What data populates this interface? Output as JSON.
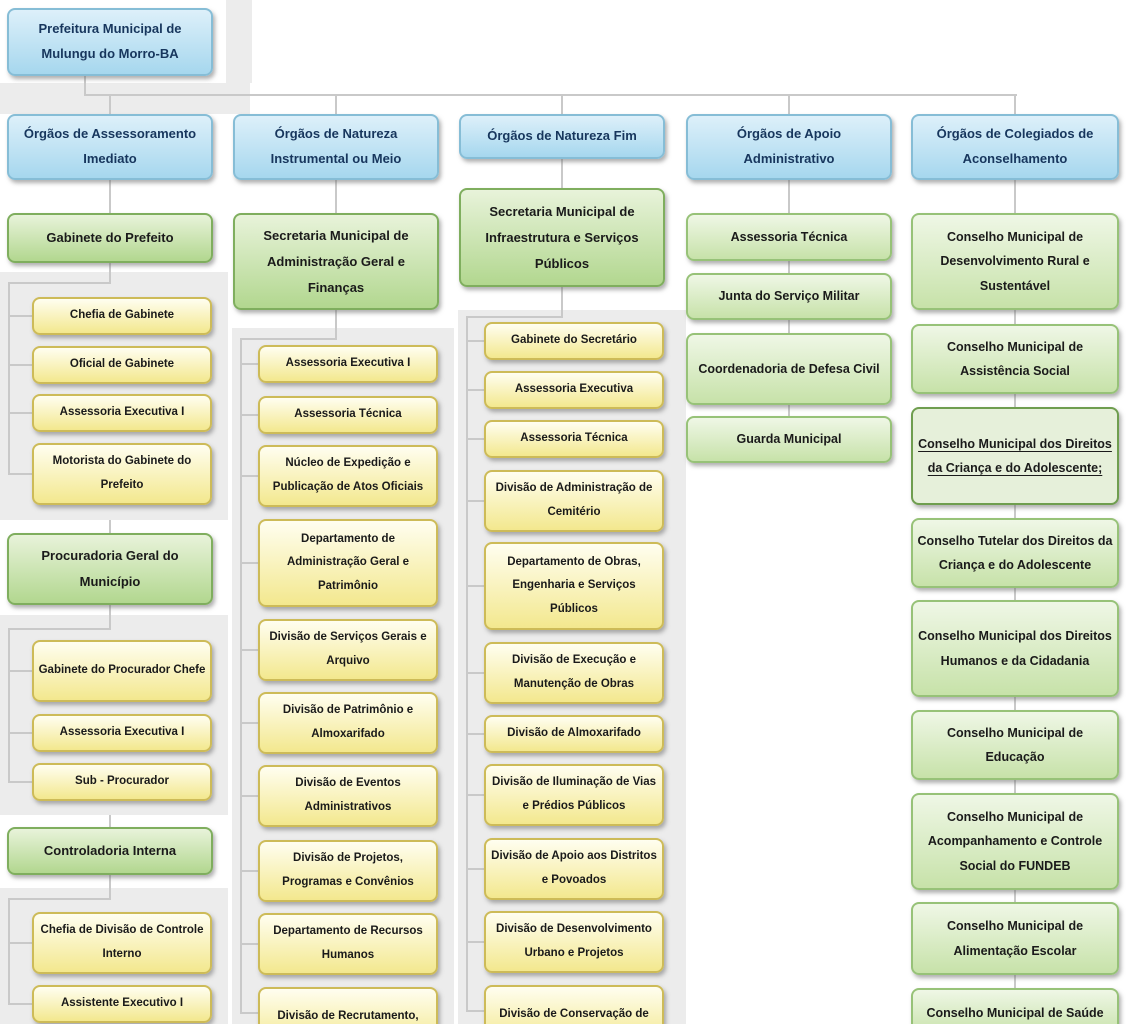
{
  "root": {
    "label": "Prefeitura Municipal de Mulungu do Morro-BA"
  },
  "colors": {
    "header_box": "#a6d7ee",
    "secretariat_box": "#b2d78f",
    "council_box": "#c7e2a9",
    "unit_box": "#f3e88e",
    "panel_background": "#ececec",
    "connector_line": "#c9c9c9",
    "header_text": "#17365d"
  },
  "columns": [
    {
      "header": "Órgãos de Assessoramento Imediato",
      "groups": [
        {
          "parent": "Gabinete do Prefeito",
          "children": [
            "Chefia de Gabinete",
            "Oficial de Gabinete",
            "Assessoria Executiva I",
            "Motorista do Gabinete do Prefeito"
          ]
        },
        {
          "parent": "Procuradoria Geral do Município",
          "children": [
            "Gabinete do Procurador Chefe",
            "Assessoria Executiva I",
            "Sub - Procurador"
          ]
        },
        {
          "parent": "Controladoria Interna",
          "children": [
            "Chefia de Divisão de Controle Interno",
            "Assistente Executivo I"
          ]
        }
      ]
    },
    {
      "header": "Órgãos de Natureza Instrumental ou Meio",
      "groups": [
        {
          "parent": "Secretaria Municipal de Administração Geral e Finanças",
          "children": [
            "Assessoria Executiva I",
            "Assessoria Técnica",
            "Núcleo de Expedição e Publicação de Atos Oficiais",
            "Departamento de Administração Geral e Patrimônio",
            "Divisão de Serviços Gerais e Arquivo",
            "Divisão de Patrimônio e Almoxarifado",
            "Divisão de Eventos Administrativos",
            "Divisão de Projetos, Programas e Convênios",
            "Departamento de Recursos Humanos",
            "Divisão de Recrutamento,"
          ]
        }
      ]
    },
    {
      "header": "Órgãos de Natureza Fim",
      "groups": [
        {
          "parent": "Secretaria Municipal de Infraestrutura e Serviços Públicos",
          "children": [
            "Gabinete do Secretário",
            "Assessoria Executiva",
            "Assessoria Técnica",
            "Divisão de Administração de Cemitério",
            "Departamento de Obras, Engenharia e Serviços Públicos",
            "Divisão de Execução e Manutenção de Obras",
            "Divisão de Almoxarifado",
            "Divisão de Iluminação de Vias e Prédios Públicos",
            "Divisão de Apoio aos Distritos e Povoados",
            "Divisão de Desenvolvimento Urbano e Projetos",
            "Divisão de Conservação de"
          ]
        }
      ]
    },
    {
      "header": "Órgãos de Apoio Administrativo",
      "items": [
        "Assessoria Técnica",
        "Junta do Serviço Militar",
        "Coordenadoria de Defesa Civil",
        "Guarda Municipal"
      ]
    },
    {
      "header": "Órgãos de Colegiados de Aconselhamento",
      "items": [
        "Conselho Municipal de Desenvolvimento Rural e Sustentável",
        "Conselho Municipal de Assistência Social",
        "Conselho Municipal dos Direitos da Criança e do Adolescente;",
        "Conselho Tutelar dos Direitos da Criança e do Adolescente",
        "Conselho Municipal dos Direitos Humanos e da Cidadania",
        "Conselho Municipal de Educação",
        "Conselho Municipal de Acompanhamento e Controle Social do FUNDEB",
        "Conselho Municipal de Alimentação Escolar",
        "Conselho Municipal de Saúde"
      ]
    }
  ]
}
